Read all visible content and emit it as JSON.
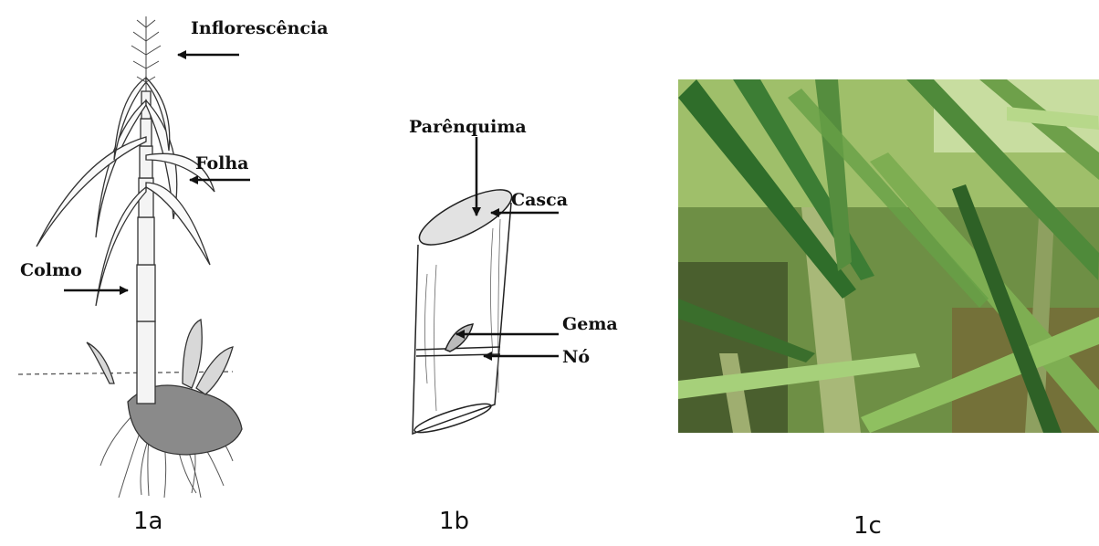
{
  "panel_a": {
    "labels": {
      "inflorescence": "Inflorescência",
      "leaf": "Folha",
      "stalk": "Colmo"
    },
    "caption": "1a"
  },
  "panel_b": {
    "labels": {
      "parenchyma": "Parênquima",
      "bark": "Casca",
      "bud": "Gema",
      "node": "Nó"
    },
    "caption": "1b"
  },
  "panel_c": {
    "caption": "1c"
  }
}
